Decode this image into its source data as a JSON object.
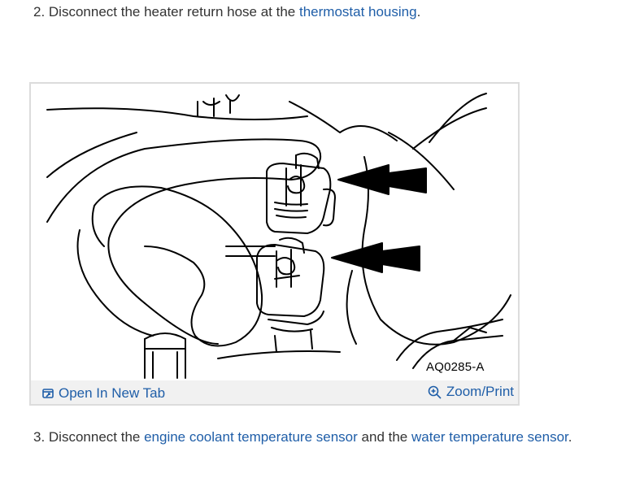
{
  "step2": {
    "text": "2. Disconnect the heater return hose at the ",
    "link": "thermostat housing",
    "end": "."
  },
  "figure": {
    "code": "AQ0285-A",
    "open_tab_label": "Open In New Tab",
    "zoom_label": "Zoom/Print",
    "open_tab_icon": "open-new-tab-icon",
    "zoom_icon": "zoom-in-icon"
  },
  "step3": {
    "text1": "3. Disconnect the ",
    "link1": "engine coolant temperature sensor",
    "text2": " and the ",
    "link2": "water temperature sensor",
    "end": "."
  },
  "colors": {
    "link": "#1f5ea8",
    "text": "#333333",
    "bar": "#f1f1f1"
  }
}
